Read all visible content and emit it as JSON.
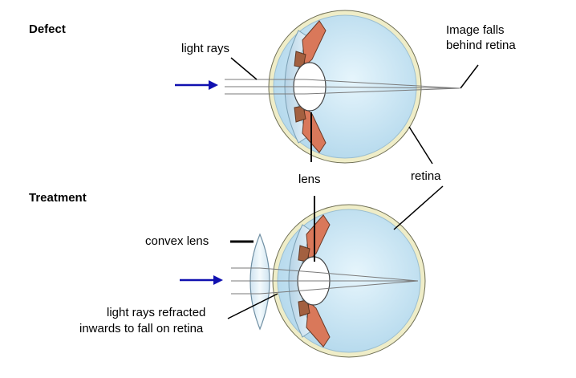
{
  "sections": {
    "defect_title": "Defect",
    "treatment_title": "Treatment"
  },
  "labels": {
    "light_rays": "light rays",
    "image_falls_line1": "Image falls",
    "image_falls_line2": "behind retina",
    "lens": "lens",
    "retina": "retina",
    "convex_lens": "convex lens",
    "refracted_line1": "light rays refracted",
    "refracted_line2": "inwards to fall on retina"
  },
  "colors": {
    "arrow": "#1010b0",
    "eyeball_fill": "#c4e4f4",
    "sclera": "#efedc8",
    "muscle": "#d9785a",
    "lens_fill": "#ffffff",
    "ray": "#7a7a7a"
  }
}
